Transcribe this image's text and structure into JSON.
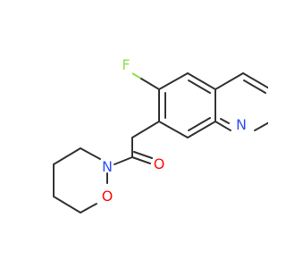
{
  "molecule": {
    "atoms": [
      {
        "label": "F",
        "color": "#90E050"
      },
      {
        "label": "N",
        "color": "#3050F8"
      },
      {
        "label": "O",
        "color": "#FF0D0D"
      },
      {
        "label": "N",
        "color": "#3050F8"
      },
      {
        "label": "O",
        "color": "#FF0D0D"
      }
    ],
    "bond_color": "#333333",
    "background": "#ffffff"
  }
}
